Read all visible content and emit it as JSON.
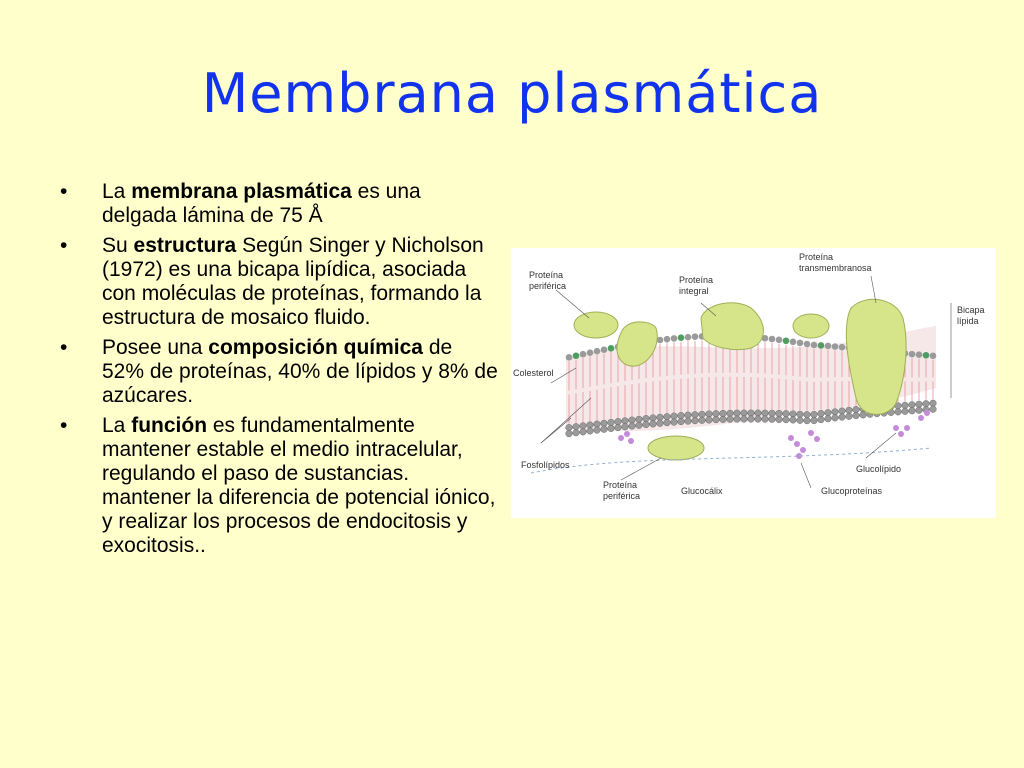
{
  "slide": {
    "title": "Membrana plasmática",
    "bullets": [
      {
        "marker": "•",
        "before": "La ",
        "bold": "membrana plasmática",
        "after": " es una delgada lámina de 75 Å"
      },
      {
        "marker": "•",
        "before": "Su ",
        "bold": "estructura",
        "after": " Según Singer y Nicholson (1972) es una bicapa lipídica, asociada con moléculas de proteínas, formando la estructura de mosaico fluido."
      },
      {
        "marker": "•",
        "before": "Posee una ",
        "bold": "composición química",
        "after": " de 52% de proteínas, 40% de lípidos y 8% de azúcares."
      },
      {
        "marker": "•",
        "before": "La ",
        "bold": "función",
        "after": " es fundamentalmente mantener estable el medio intracelular, regulando el paso de sustancias. mantener la diferencia de potencial iónico, y realizar los procesos de endocitosis y exocitosis.."
      }
    ]
  },
  "diagram": {
    "labels": {
      "proteina_periferica_top_1": "Proteína",
      "proteina_periferica_top_2": "periférica",
      "proteina_integral_1": "Proteína",
      "proteina_integral_2": "integral",
      "transmembranosa_1": "Proteína",
      "transmembranosa_2": "transmembranosa",
      "bicapa_1": "Bicapa",
      "bicapa_2": "lípida",
      "colesterol": "Colesterol",
      "fosfolipidos": "Fosfolípidos",
      "glucolipido": "Glucolípido",
      "proteina_periferica_bottom_1": "Proteína",
      "proteina_periferica_bottom_2": "periférica",
      "glucocalix": "Glucocálix",
      "glucoproteinas": "Glucoproteínas"
    },
    "colors": {
      "protein": "#D6E58A",
      "protein_stroke": "#9FAF55",
      "head": "#9A9A9A",
      "head_green": "#4E9E62",
      "tail": "#E7A3A8",
      "sugar": "#C38BD8"
    }
  }
}
